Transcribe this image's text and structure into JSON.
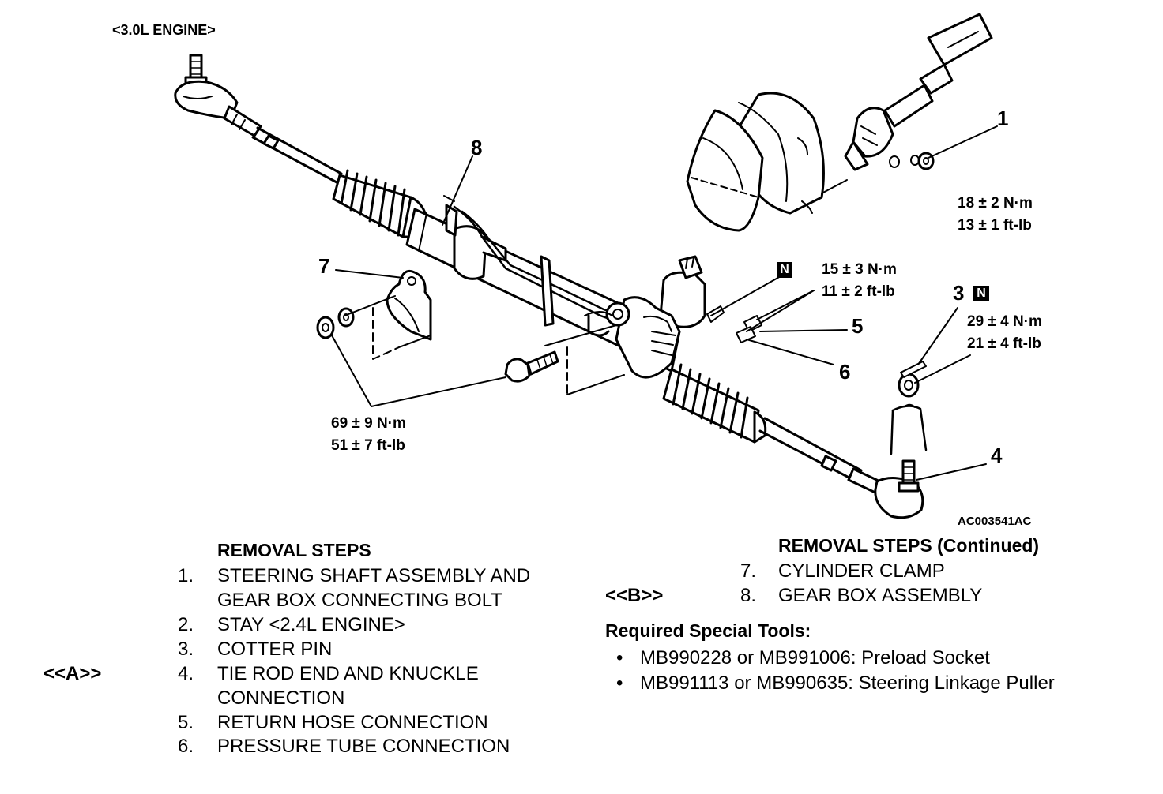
{
  "diagram": {
    "engine_label": "<3.0L ENGINE>",
    "figure_code": "AC003541AC",
    "callouts": {
      "c1": "1",
      "c3": "3",
      "c4": "4",
      "c5": "5",
      "c6": "6",
      "c7": "7",
      "c8": "8",
      "n_box": "N"
    },
    "torques": {
      "t1_nm": "18 ± 2 N·m",
      "t1_ftlb": "13 ± 1 ft-lb",
      "t2_nm": "15 ± 3 N·m",
      "t2_ftlb": "11 ± 2 ft-lb",
      "t3_nm": "29 ± 4 N·m",
      "t3_ftlb": "21 ± 4 ft-lb",
      "t4_nm": "69 ± 9 N·m",
      "t4_ftlb": "51 ± 7 ft-lb"
    }
  },
  "removal_steps": {
    "heading": "REMOVAL STEPS",
    "marker_a": "<<A>>",
    "items": [
      {
        "num": "1.",
        "line1": "STEERING SHAFT ASSEMBLY AND",
        "line2": "GEAR BOX CONNECTING BOLT"
      },
      {
        "num": "2.",
        "line1": "STAY <2.4L ENGINE>"
      },
      {
        "num": "3.",
        "line1": "COTTER PIN"
      },
      {
        "num": "4.",
        "line1": "TIE ROD END AND KNUCKLE",
        "line2": "CONNECTION"
      },
      {
        "num": "5.",
        "line1": "RETURN HOSE CONNECTION"
      },
      {
        "num": "6.",
        "line1": "PRESSURE TUBE CONNECTION"
      }
    ]
  },
  "removal_steps_continued": {
    "heading": "REMOVAL STEPS (Continued)",
    "marker_b": "<<B>>",
    "items": [
      {
        "num": "7.",
        "text": "CYLINDER CLAMP"
      },
      {
        "num": "8.",
        "text": "GEAR BOX ASSEMBLY"
      }
    ]
  },
  "special_tools": {
    "heading": "Required Special Tools:",
    "bullet": "•",
    "items": [
      "MB990228 or MB991006: Preload Socket",
      "MB991113 or MB990635: Steering Linkage Puller"
    ]
  }
}
